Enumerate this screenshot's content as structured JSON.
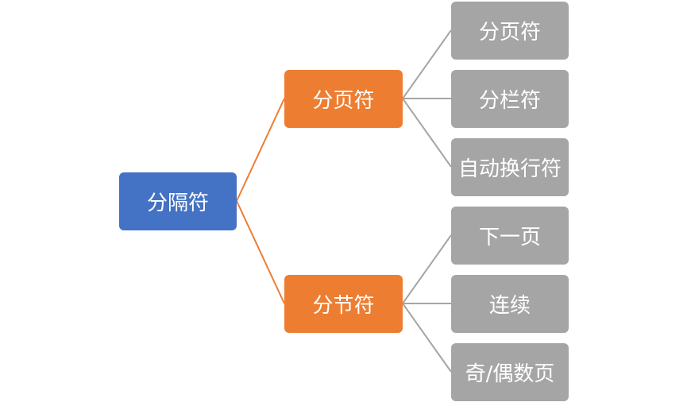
{
  "root": {
    "label": "分隔符",
    "color": "#4472c4"
  },
  "branches": [
    {
      "label": "分页符",
      "color": "#ed7d31",
      "children": [
        "分页符",
        "分栏符",
        "自动换行符"
      ]
    },
    {
      "label": "分节符",
      "color": "#ed7d31",
      "children": [
        "下一页",
        "连续",
        "奇/偶数页"
      ]
    }
  ],
  "leaf_color": "#a5a5a5",
  "connector_colors": {
    "root_to_branch": "#ed7d31",
    "branch_to_leaf": "#a5a5a5"
  }
}
